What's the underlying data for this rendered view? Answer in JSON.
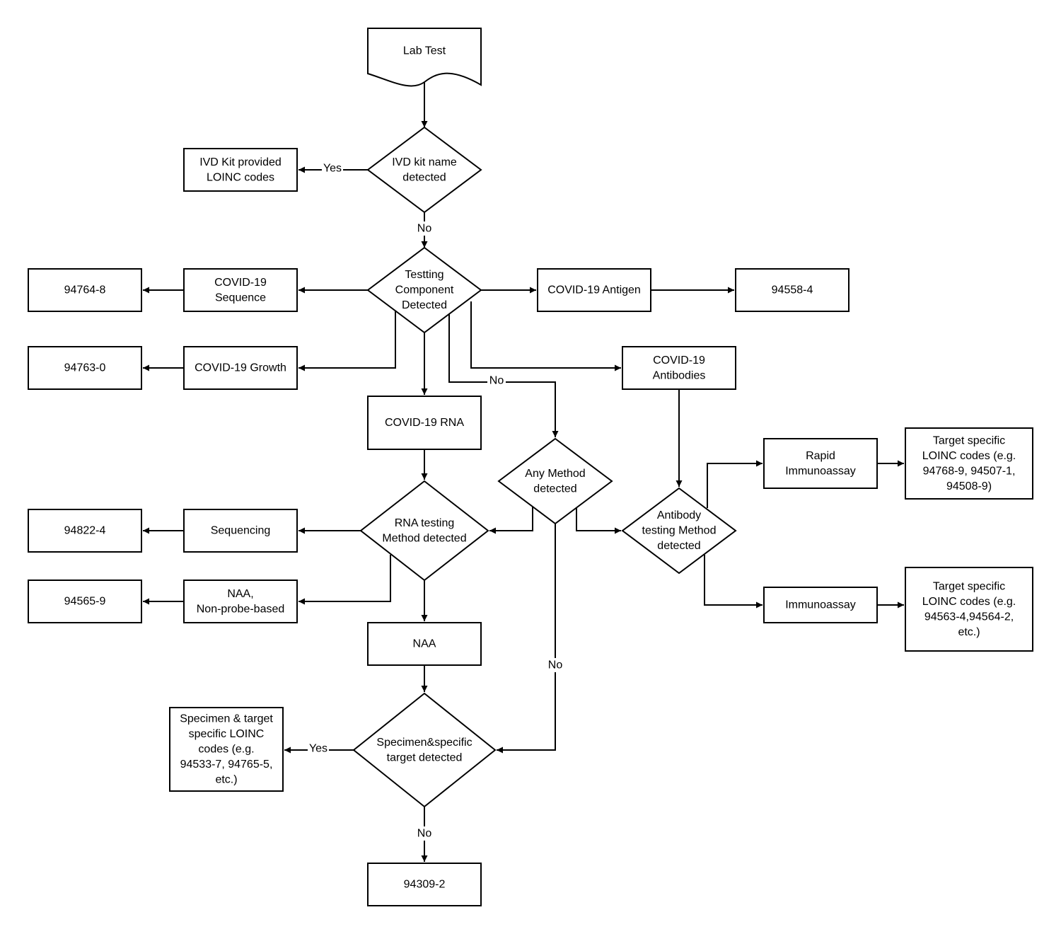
{
  "nodes": {
    "lab_test": [
      "Lab Test"
    ],
    "ivd_kit_detected": [
      "IVD kit name",
      "detected"
    ],
    "ivd_kit_codes": [
      "IVD Kit provided",
      "LOINC codes"
    ],
    "testing_component": [
      "Testting",
      "Component",
      "Detected"
    ],
    "covid_sequence": [
      "COVID-19",
      "Sequence"
    ],
    "code_94764_8": [
      "94764-8"
    ],
    "covid_antigen": [
      "COVID-19 Antigen"
    ],
    "code_94558_4": [
      "94558-4"
    ],
    "covid_growth": [
      "COVID-19 Growth"
    ],
    "code_94763_0": [
      "94763-0"
    ],
    "covid_antibodies": [
      "COVID-19",
      "Antibodies"
    ],
    "covid_rna": [
      "COVID-19 RNA"
    ],
    "any_method": [
      "Any Method",
      "detected"
    ],
    "rapid_immunoassay": [
      "Rapid",
      "Immunoassay"
    ],
    "target_codes_rapid": [
      "Target specific",
      "LOINC codes (e.g.",
      "94768-9, 94507-1,",
      "94508-9)"
    ],
    "rna_method": [
      "RNA testing",
      "Method detected"
    ],
    "antibody_method": [
      "Antibody",
      "testing Method",
      "detected"
    ],
    "sequencing": [
      "Sequencing"
    ],
    "code_94822_4": [
      "94822-4"
    ],
    "naa_nonprobe": [
      "NAA,",
      "Non-probe-based"
    ],
    "code_94565_9": [
      "94565-9"
    ],
    "immunoassay": [
      "Immunoassay"
    ],
    "target_codes_immuno": [
      "Target specific",
      "LOINC codes (e.g.",
      "94563-4,94564-2,",
      "etc.)"
    ],
    "naa": [
      "NAA"
    ],
    "specimen_detected": [
      "Specimen&specific",
      "target detected"
    ],
    "specimen_codes": [
      "Specimen & target",
      "specific LOINC",
      "codes (e.g.",
      "94533-7, 94765-5,",
      "etc.)"
    ],
    "code_94309_2": [
      "94309-2"
    ]
  },
  "edge_labels": {
    "ivd_yes": "Yes",
    "ivd_no": "No",
    "component_no": "No",
    "any_method_no": "No",
    "specimen_yes": "Yes",
    "specimen_no": "No"
  }
}
